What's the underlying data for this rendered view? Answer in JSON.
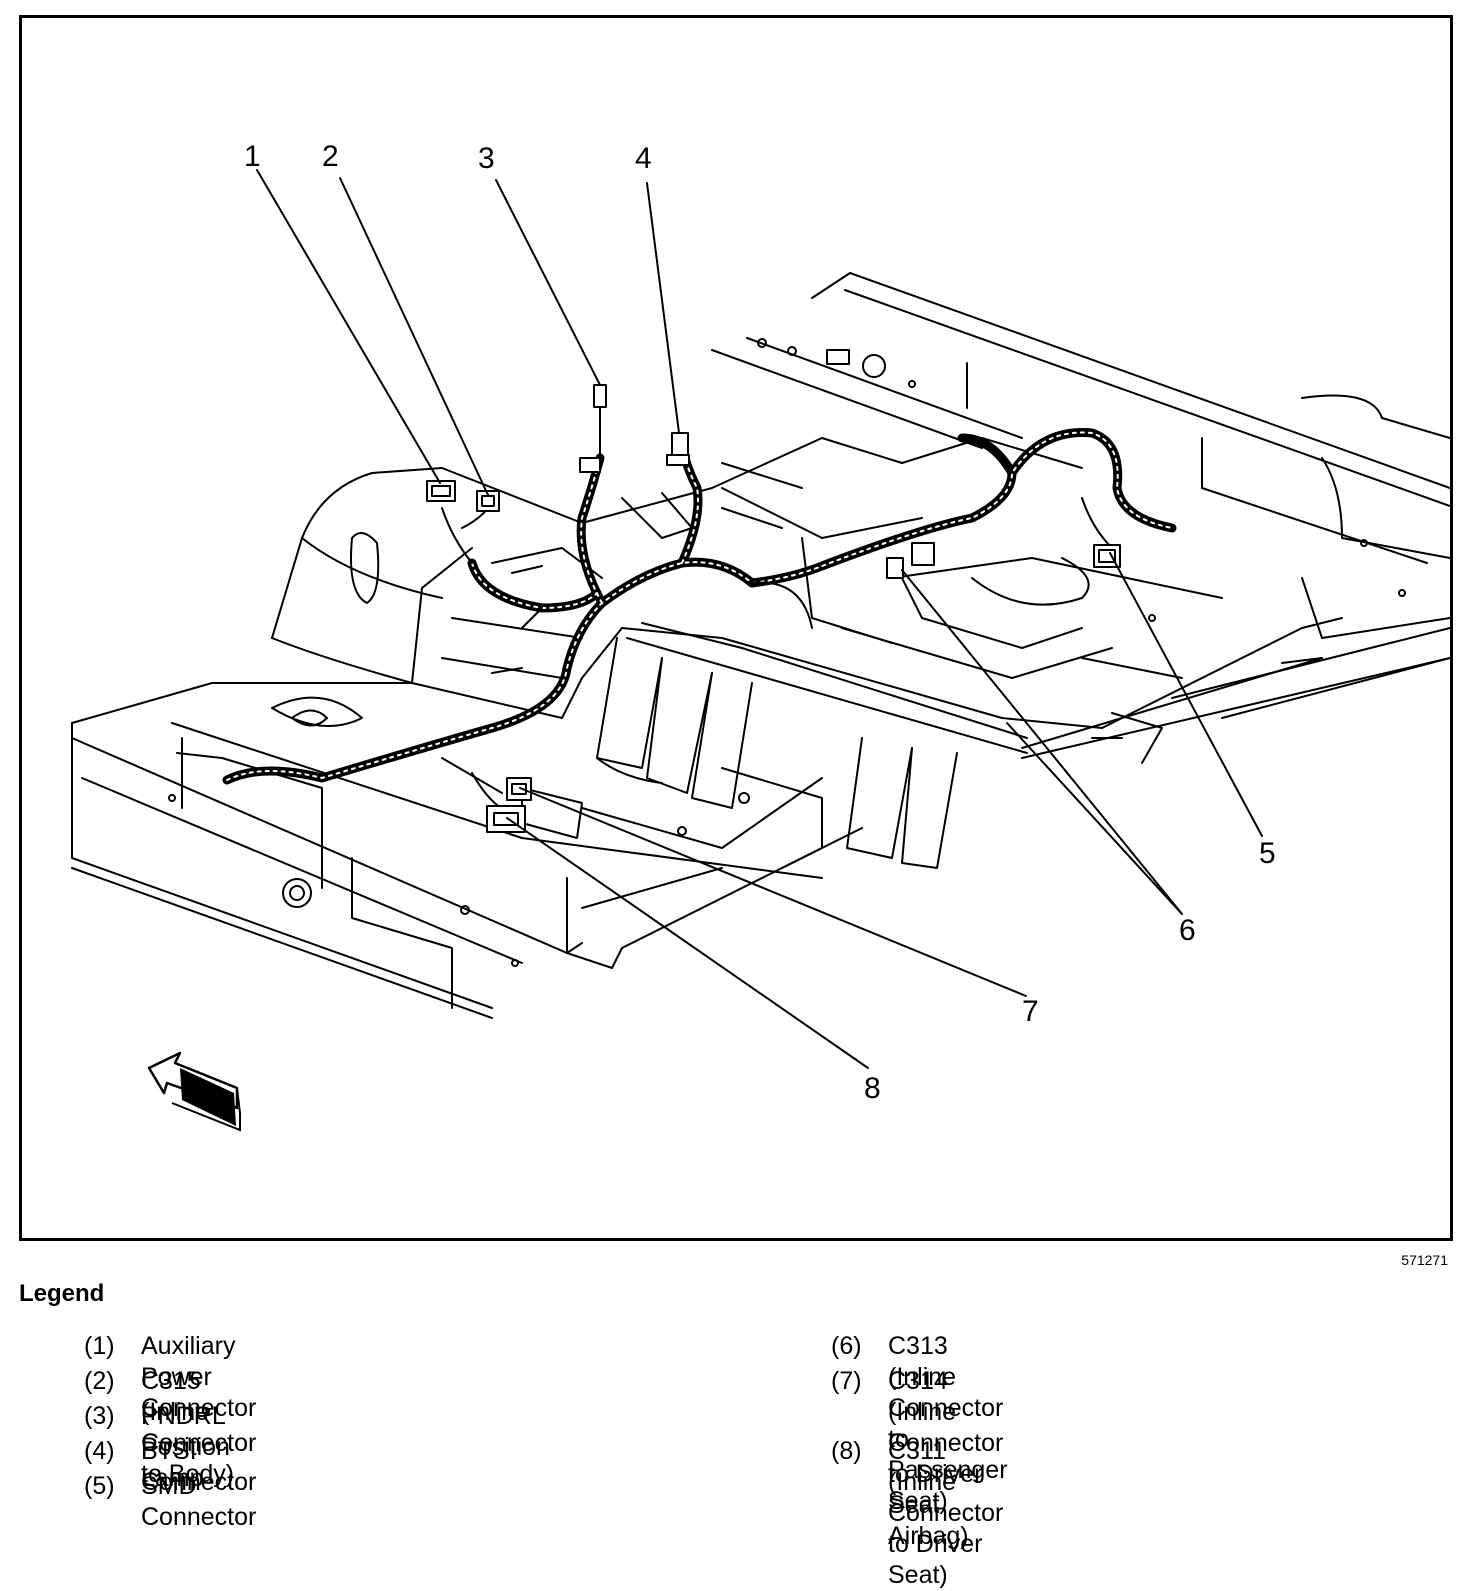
{
  "figure_id": "571271",
  "legend": {
    "title": "Legend",
    "items": [
      {
        "num": "(1)",
        "text": "Auxiliary Power Connector"
      },
      {
        "num": "(2)",
        "text": "C315 (Inline Connector to Body)"
      },
      {
        "num": "(3)",
        "text": "PNDRL Position Lamp"
      },
      {
        "num": "(4)",
        "text": "BTSI Connector"
      },
      {
        "num": "(5)",
        "text": "SMD Connector"
      },
      {
        "num": "(6)",
        "text": "C313 (Inline Connector to Passenger Seat)"
      },
      {
        "num": "(7)",
        "text": "C314 (Inline Connector to Driver Seat\nAirbag)"
      },
      {
        "num": "(8)",
        "text": "C311 (Inline Connector to Driver Seat)"
      }
    ]
  },
  "callouts": [
    "1",
    "2",
    "3",
    "4",
    "5",
    "6",
    "7",
    "8"
  ],
  "icons": {
    "direction": "front-direction-arrow-icon"
  }
}
